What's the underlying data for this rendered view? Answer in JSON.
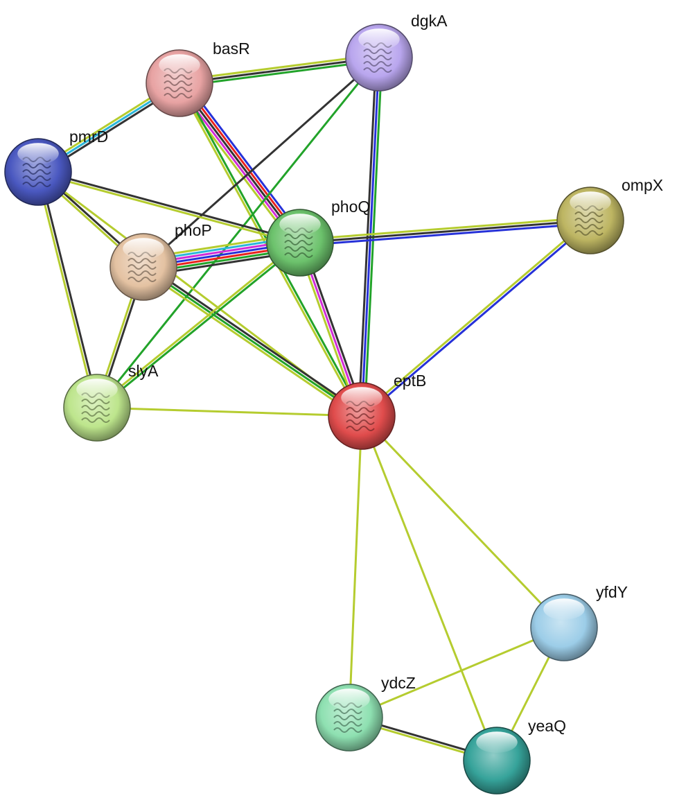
{
  "colors": {
    "textmining": "#b5cc2f",
    "coexpression": "#333333",
    "experiments": "#d12dd8",
    "databases": "#2bb6d9",
    "neighborhood": "#22a32a",
    "fusion": "#e8231e",
    "cooccurrence": "#2631d8"
  },
  "nodes": [
    {
      "id": "basR",
      "label": "basR",
      "color": "#e8a3a3",
      "structure": true
    },
    {
      "id": "dgkA",
      "label": "dgkA",
      "color": "#b9a6ee",
      "structure": true
    },
    {
      "id": "pmrD",
      "label": "pmrD",
      "color": "#4a58c0",
      "structure": true
    },
    {
      "id": "ompX",
      "label": "ompX",
      "color": "#bdb562",
      "structure": true
    },
    {
      "id": "phoQ",
      "label": "phoQ",
      "color": "#6cc26c",
      "structure": true
    },
    {
      "id": "phoP",
      "label": "phoP",
      "color": "#e4c2a2",
      "structure": true
    },
    {
      "id": "slyA",
      "label": "slyA",
      "color": "#bde58c",
      "structure": true
    },
    {
      "id": "eptB",
      "label": "eptB",
      "color": "#e04c4c",
      "structure": true
    },
    {
      "id": "yfdY",
      "label": "yfdY",
      "color": "#9ccde8",
      "structure": false
    },
    {
      "id": "ydcZ",
      "label": "ydcZ",
      "color": "#8ee0b1",
      "structure": true
    },
    {
      "id": "yeaQ",
      "label": "yeaQ",
      "color": "#36a39a",
      "structure": false
    }
  ],
  "edges": [
    {
      "source": "basR",
      "target": "dgkA",
      "types": [
        "textmining",
        "coexpression",
        "neighborhood"
      ]
    },
    {
      "source": "basR",
      "target": "pmrD",
      "types": [
        "coexpression",
        "databases",
        "textmining"
      ]
    },
    {
      "source": "basR",
      "target": "phoQ",
      "types": [
        "cooccurrence",
        "fusion",
        "coexpression",
        "experiments",
        "textmining"
      ]
    },
    {
      "source": "basR",
      "target": "eptB",
      "types": [
        "neighborhood",
        "textmining"
      ]
    },
    {
      "source": "dgkA",
      "target": "phoP",
      "types": [
        "coexpression"
      ]
    },
    {
      "source": "dgkA",
      "target": "slyA",
      "types": [
        "neighborhood"
      ]
    },
    {
      "source": "dgkA",
      "target": "eptB",
      "types": [
        "neighborhood",
        "cooccurrence",
        "coexpression"
      ]
    },
    {
      "source": "pmrD",
      "target": "phoQ",
      "types": [
        "coexpression",
        "textmining"
      ]
    },
    {
      "source": "pmrD",
      "target": "phoP",
      "types": [
        "coexpression",
        "textmining"
      ]
    },
    {
      "source": "pmrD",
      "target": "slyA",
      "types": [
        "coexpression",
        "textmining"
      ]
    },
    {
      "source": "pmrD",
      "target": "eptB",
      "types": [
        "textmining"
      ]
    },
    {
      "source": "phoP",
      "target": "phoQ",
      "types": [
        "textmining",
        "databases",
        "experiments",
        "cooccurrence",
        "fusion",
        "neighborhood",
        "coexpression"
      ]
    },
    {
      "source": "phoP",
      "target": "slyA",
      "types": [
        "coexpression",
        "textmining"
      ]
    },
    {
      "source": "phoP",
      "target": "eptB",
      "types": [
        "coexpression",
        "neighborhood",
        "textmining"
      ]
    },
    {
      "source": "phoQ",
      "target": "ompX",
      "types": [
        "textmining",
        "coexpression",
        "cooccurrence"
      ]
    },
    {
      "source": "phoQ",
      "target": "slyA",
      "types": [
        "neighborhood",
        "textmining"
      ]
    },
    {
      "source": "phoQ",
      "target": "eptB",
      "types": [
        "coexpression",
        "experiments",
        "textmining"
      ]
    },
    {
      "source": "ompX",
      "target": "eptB",
      "types": [
        "cooccurrence",
        "textmining"
      ]
    },
    {
      "source": "slyA",
      "target": "eptB",
      "types": [
        "textmining"
      ]
    },
    {
      "source": "eptB",
      "target": "ydcZ",
      "types": [
        "textmining"
      ]
    },
    {
      "source": "eptB",
      "target": "yeaQ",
      "types": [
        "textmining"
      ]
    },
    {
      "source": "eptB",
      "target": "yfdY",
      "types": [
        "textmining"
      ]
    },
    {
      "source": "yfdY",
      "target": "ydcZ",
      "types": [
        "textmining"
      ]
    },
    {
      "source": "yfdY",
      "target": "yeaQ",
      "types": [
        "textmining"
      ]
    },
    {
      "source": "ydcZ",
      "target": "yeaQ",
      "types": [
        "coexpression",
        "textmining"
      ]
    }
  ]
}
